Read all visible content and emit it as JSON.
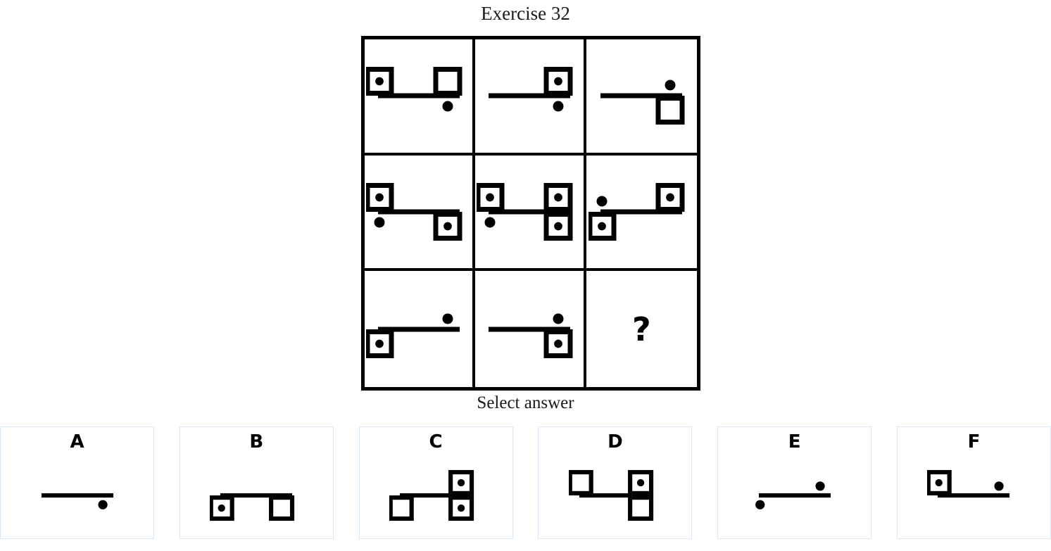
{
  "title": "Exercise 32",
  "select_answer_label": "Select answer",
  "question_mark": "?",
  "colors": {
    "ink": "#000000",
    "text": "#1a1a1a",
    "option_border": "#dbe9f6",
    "background": "#ffffff"
  },
  "matrix": {
    "rows": 3,
    "cols": 3,
    "cells": [
      {
        "id": "cell-r1c1",
        "position": "row1-col1",
        "description": "horizontal line; square-with-dot above-left; empty square above-right; dot below-right",
        "elements": [
          {
            "type": "line"
          },
          {
            "type": "square-with-dot",
            "side": "above",
            "end": "left"
          },
          {
            "type": "empty-square",
            "side": "above",
            "end": "right"
          },
          {
            "type": "dot",
            "side": "below",
            "end": "right"
          }
        ]
      },
      {
        "id": "cell-r1c2",
        "position": "row1-col2",
        "description": "horizontal line; square-with-dot above-right; dot below-right",
        "elements": [
          {
            "type": "line"
          },
          {
            "type": "square-with-dot",
            "side": "above",
            "end": "right"
          },
          {
            "type": "dot",
            "side": "below",
            "end": "right"
          }
        ]
      },
      {
        "id": "cell-r1c3",
        "position": "row1-col3",
        "description": "horizontal line; dot above-right; empty square below-right",
        "elements": [
          {
            "type": "line"
          },
          {
            "type": "dot",
            "side": "above",
            "end": "right"
          },
          {
            "type": "empty-square",
            "side": "below",
            "end": "right"
          }
        ]
      },
      {
        "id": "cell-r2c1",
        "position": "row2-col1",
        "description": "horizontal line; square-with-dot above-left; dot below-left; square-with-dot below-right",
        "elements": [
          {
            "type": "line"
          },
          {
            "type": "square-with-dot",
            "side": "above",
            "end": "left"
          },
          {
            "type": "dot",
            "side": "below",
            "end": "left"
          },
          {
            "type": "square-with-dot",
            "side": "below",
            "end": "right"
          }
        ]
      },
      {
        "id": "cell-r2c2",
        "position": "row2-col2",
        "description": "horizontal line; square-with-dot above-left; dot below-left; square-with-dot above-right; square-with-dot below-right",
        "elements": [
          {
            "type": "line"
          },
          {
            "type": "square-with-dot",
            "side": "above",
            "end": "left"
          },
          {
            "type": "dot",
            "side": "below",
            "end": "left"
          },
          {
            "type": "square-with-dot",
            "side": "above",
            "end": "right"
          },
          {
            "type": "square-with-dot",
            "side": "below",
            "end": "right"
          }
        ]
      },
      {
        "id": "cell-r2c3",
        "position": "row2-col3",
        "description": "horizontal line; dot above-left; square-with-dot below-left; square-with-dot above-right",
        "elements": [
          {
            "type": "line"
          },
          {
            "type": "dot",
            "side": "above",
            "end": "left"
          },
          {
            "type": "square-with-dot",
            "side": "below",
            "end": "left"
          },
          {
            "type": "square-with-dot",
            "side": "above",
            "end": "right"
          }
        ]
      },
      {
        "id": "cell-r3c1",
        "position": "row3-col1",
        "description": "horizontal line; square-with-dot below-left; dot above-right",
        "elements": [
          {
            "type": "line"
          },
          {
            "type": "square-with-dot",
            "side": "below",
            "end": "left"
          },
          {
            "type": "dot",
            "side": "above",
            "end": "right"
          }
        ]
      },
      {
        "id": "cell-r3c2",
        "position": "row3-col2",
        "description": "horizontal line; dot above-right; square-with-dot below-right",
        "elements": [
          {
            "type": "line"
          },
          {
            "type": "dot",
            "side": "above",
            "end": "right"
          },
          {
            "type": "square-with-dot",
            "side": "below",
            "end": "right"
          }
        ]
      },
      {
        "id": "cell-r3c3",
        "position": "row3-col3",
        "description": "missing element, shown as question mark",
        "elements": [
          {
            "type": "question-mark"
          }
        ]
      }
    ]
  },
  "options": [
    {
      "letter": "A",
      "description": "horizontal line; dot below-right",
      "elements": [
        {
          "type": "line"
        },
        {
          "type": "dot",
          "side": "below",
          "end": "right"
        }
      ]
    },
    {
      "letter": "B",
      "description": "horizontal line; square-with-dot below-left; empty square below-right",
      "elements": [
        {
          "type": "line"
        },
        {
          "type": "square-with-dot",
          "side": "below",
          "end": "left"
        },
        {
          "type": "empty-square",
          "side": "below",
          "end": "right"
        }
      ]
    },
    {
      "letter": "C",
      "description": "horizontal line; empty square below-left; square-with-dot above-right; square-with-dot below-right",
      "elements": [
        {
          "type": "line"
        },
        {
          "type": "empty-square",
          "side": "below",
          "end": "left"
        },
        {
          "type": "square-with-dot",
          "side": "above",
          "end": "right"
        },
        {
          "type": "square-with-dot",
          "side": "below",
          "end": "right"
        }
      ]
    },
    {
      "letter": "D",
      "description": "horizontal line; empty square above-left; square-with-dot above-right; empty square below-right",
      "elements": [
        {
          "type": "line"
        },
        {
          "type": "empty-square",
          "side": "above",
          "end": "left"
        },
        {
          "type": "square-with-dot",
          "side": "above",
          "end": "right"
        },
        {
          "type": "empty-square",
          "side": "below",
          "end": "right"
        }
      ]
    },
    {
      "letter": "E",
      "description": "horizontal line; dot below-left; dot above-right",
      "elements": [
        {
          "type": "line"
        },
        {
          "type": "dot",
          "side": "below",
          "end": "left"
        },
        {
          "type": "dot",
          "side": "above",
          "end": "right"
        }
      ]
    },
    {
      "letter": "F",
      "description": "horizontal line; square-with-dot above-left; dot above-right",
      "elements": [
        {
          "type": "line"
        },
        {
          "type": "square-with-dot",
          "side": "above",
          "end": "left"
        },
        {
          "type": "dot",
          "side": "above",
          "end": "right"
        }
      ]
    }
  ]
}
